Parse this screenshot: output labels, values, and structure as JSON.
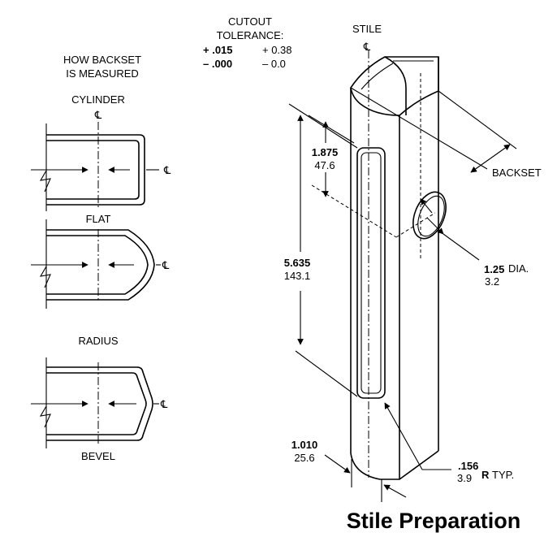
{
  "labels": {
    "how_backset_1": "HOW BACKSET",
    "how_backset_2": "IS MEASURED",
    "cylinder": "CYLINDER",
    "cl": "℄",
    "flat": "FLAT",
    "radius": "RADIUS",
    "bevel": "BEVEL",
    "cutout_1": "CUTOUT",
    "cutout_2": "TOLERANCE:",
    "tol_plus_in": "+ .015",
    "tol_plus_mm": "+ 0.38",
    "tol_minus_in": "– .000",
    "tol_minus_mm": "– 0.0",
    "stile": "STILE",
    "backset": "BACKSET",
    "dim_1875_in": "1.875",
    "dim_1875_mm": "47.6",
    "dim_5635_in": "5.635",
    "dim_5635_mm": "143.1",
    "dim_125_in": "1.25",
    "dim_125_mm": "3.2",
    "dia": "DIA.",
    "dim_1010_in": "1.010",
    "dim_1010_mm": "25.6",
    "dim_156_in": ".156",
    "dim_156_mm": "3.9",
    "r_typ_r": "R",
    "r_typ": "TYP.",
    "title": "Stile Preparation"
  }
}
